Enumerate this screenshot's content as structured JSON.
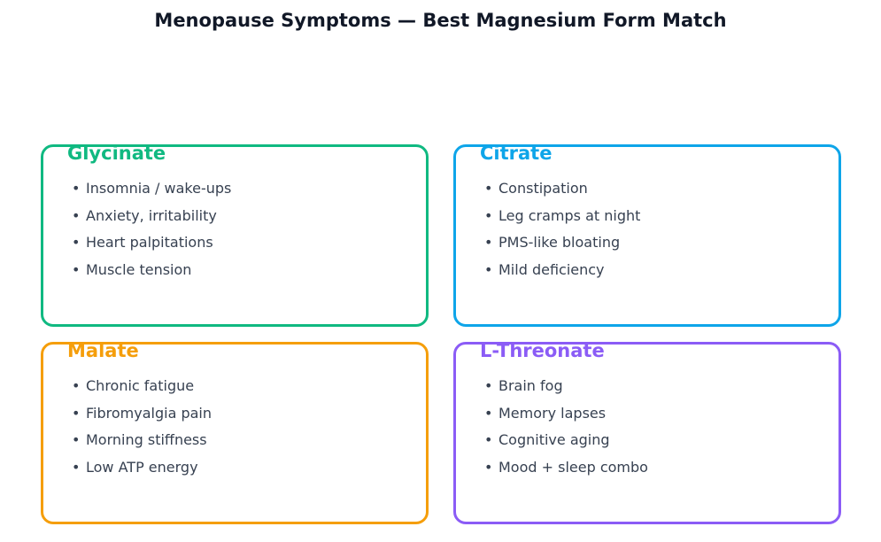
{
  "title": "Menopause Symptoms — Best Magnesium Form Match",
  "bullet": "•",
  "cards": [
    {
      "name": "Glycinate",
      "color": "#10b981",
      "symptoms": [
        "Insomnia / wake-ups",
        "Anxiety, irritability",
        "Heart palpitations",
        "Muscle tension"
      ]
    },
    {
      "name": "Citrate",
      "color": "#0ea5e9",
      "symptoms": [
        "Constipation",
        "Leg cramps at night",
        "PMS-like bloating",
        "Mild deficiency"
      ]
    },
    {
      "name": "Malate",
      "color": "#f59e0b",
      "symptoms": [
        "Chronic fatigue",
        "Fibromyalgia pain",
        "Morning stiffness",
        "Low ATP energy"
      ]
    },
    {
      "name": "L-Threonate",
      "color": "#8b5cf6",
      "symptoms": [
        "Brain fog",
        "Memory lapses",
        "Cognitive aging",
        "Mood + sleep combo"
      ]
    }
  ]
}
